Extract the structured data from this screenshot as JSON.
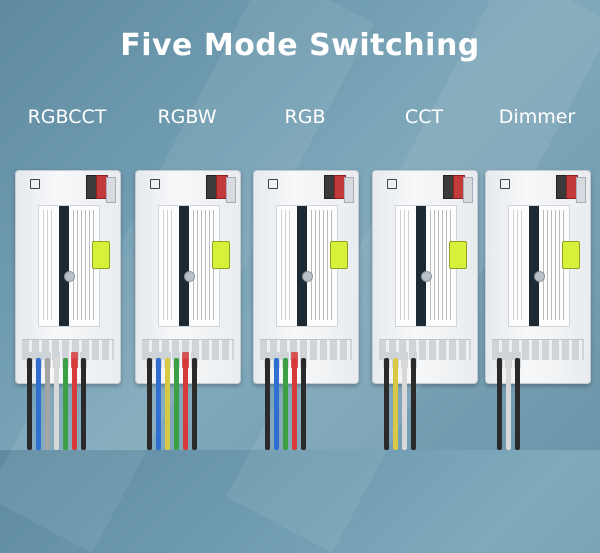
{
  "title": "Five Mode Switching",
  "modes": [
    {
      "label": "RGBCCT",
      "wires": [
        "#2a2a2a",
        "#2f6fd1",
        "#a5a5a5",
        "#d8d8d8",
        "#3b9f43",
        "#d83a3a",
        "#2a2a2a"
      ]
    },
    {
      "label": "RGBW",
      "wires": [
        "#2a2a2a",
        "#2f6fd1",
        "#d8c845",
        "#3b9f43",
        "#d83a3a",
        "#2a2a2a"
      ]
    },
    {
      "label": "RGB",
      "wires": [
        "#2a2a2a",
        "#2f6fd1",
        "#3b9f43",
        "#d83a3a",
        "#2a2a2a"
      ]
    },
    {
      "label": "CCT",
      "wires": [
        "#2a2a2a",
        "#d8c845",
        "#d8d8d8",
        "#2a2a2a"
      ]
    },
    {
      "label": "Dimmer",
      "wires": [
        "#2a2a2a",
        "#d8d8d8",
        "#2a2a2a"
      ]
    }
  ],
  "colors": {
    "background": "#6f9bb0",
    "title_text": "#ffffff",
    "display": "#d7f03a"
  }
}
